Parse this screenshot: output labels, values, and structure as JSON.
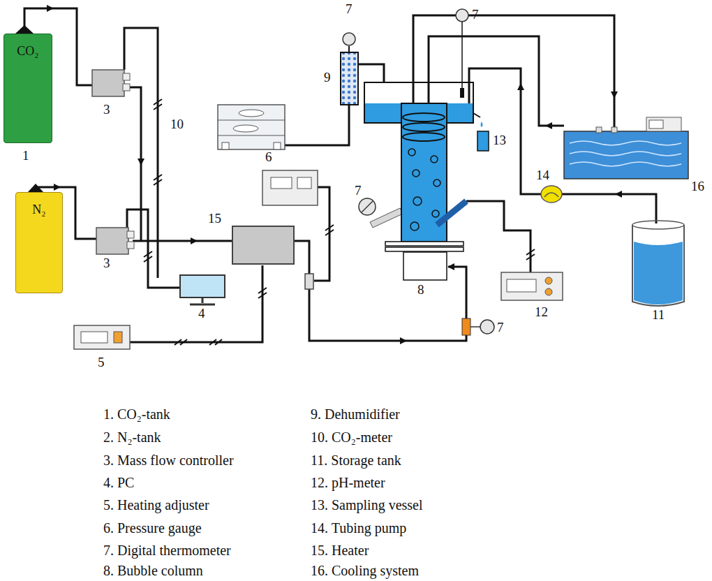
{
  "diagram": {
    "nodes": [
      {
        "text": [
          "CO₂"
        ]
      },
      {
        "text": [
          "N₂"
        ]
      }
    ],
    "labels": [
      "7",
      "7",
      "9",
      "10",
      "1",
      "3",
      "6",
      "15",
      "3",
      "4",
      "7",
      "13",
      "14",
      "16",
      "11",
      "12",
      "8",
      "7",
      "5",
      "1. CO₂-tank",
      "2. N₂-tank",
      "3. Mass flow controller",
      "4. PC",
      "5. Heating adjuster",
      "6. Pressure gauge",
      "7. Digital thermometer",
      "8. Bubble column",
      "9. Dehumidifier",
      "10. CO₂-meter",
      "11. Storage tank",
      "12. pH-meter",
      "13. Sampling vessel",
      "14. Tubing pump",
      "15. Heater",
      "16. Cooling system"
    ]
  }
}
